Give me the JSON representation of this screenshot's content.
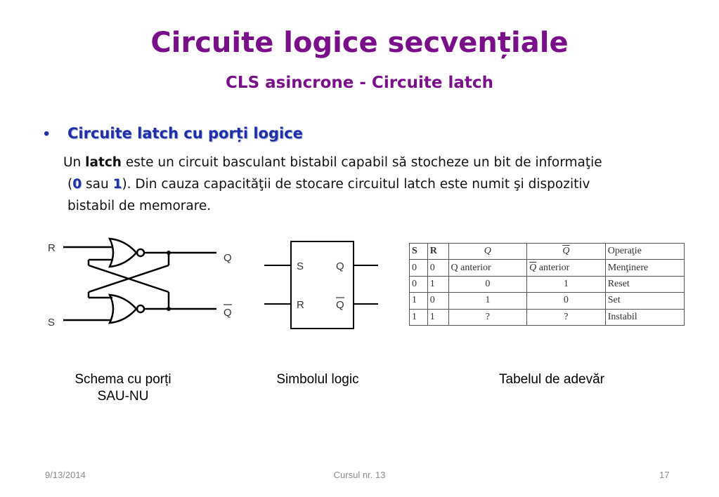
{
  "slide": {
    "title": "Circuite logice secvențiale",
    "subtitle": "CLS asincrone - Circuite latch",
    "bullet_symbol": "•",
    "bullet_heading": "Circuite latch cu porți logice",
    "paragraph": {
      "p1": "Un ",
      "p2": "latch",
      "p3": " este un circuit basculant bistabil capabil să stocheze un bit de informaţie",
      "p4": "(",
      "p5": "0",
      "p6": " sau ",
      "p7": "1",
      "p8": "). Din cauza capacităţii de stocare circuitul latch este numit şi dispozitiv",
      "p9": "bistabil de memorare."
    }
  },
  "nor_schema": {
    "r": "R",
    "s": "S",
    "q": "Q",
    "qbar": "Q"
  },
  "symbol": {
    "s": "S",
    "r": "R",
    "q": "Q",
    "qbar": "Q"
  },
  "truth_table": {
    "headers": [
      "S",
      "R",
      "Q",
      "Q",
      "Operaţie"
    ],
    "rows": [
      [
        "0",
        "0",
        "Q anterior",
        "Q anterior",
        "Menţinere"
      ],
      [
        "0",
        "1",
        "0",
        "1",
        "Reset"
      ],
      [
        "1",
        "0",
        "1",
        "0",
        "Set"
      ],
      [
        "1",
        "1",
        "?",
        "?",
        "Instabil"
      ]
    ]
  },
  "captions": {
    "schema": [
      "Schema cu porți",
      "SAU-NU"
    ],
    "symbol": "Simbolul logic",
    "table": "Tabelul de adevăr"
  },
  "footer": {
    "date": "9/13/2014",
    "course": "Cursul nr. 13",
    "page": "17"
  }
}
